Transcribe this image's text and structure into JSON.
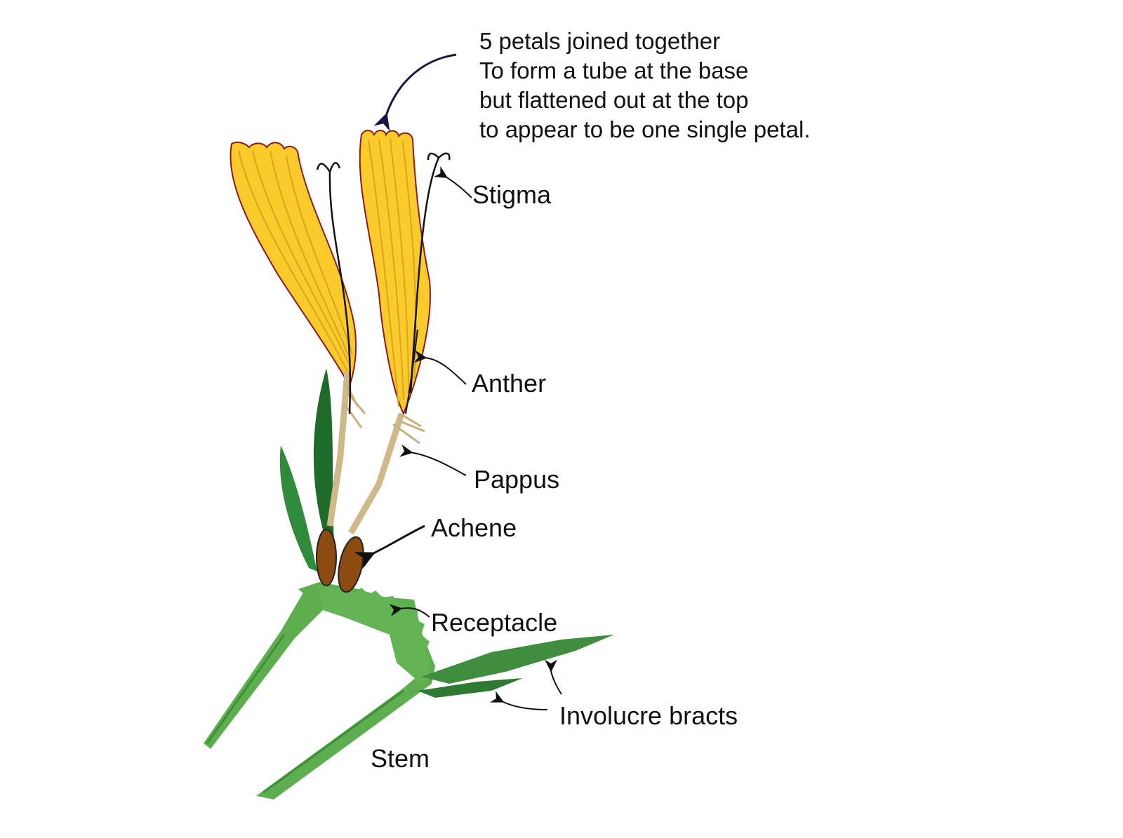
{
  "note": {
    "lines": [
      "5 petals joined together",
      "To form a tube at the base",
      "but flattened out at the top",
      "to appear to be one single petal."
    ]
  },
  "labels": {
    "stigma": "Stigma",
    "anther": "Anther",
    "pappus": "Pappus",
    "achene": "Achene",
    "receptacle": "Receptacle",
    "involucre_bracts": "Involucre bracts",
    "stem": "Stem"
  },
  "colors": {
    "petal": "#FBCB2C",
    "petal_outline": "#8B1A1A",
    "petal_vein": "#D9A520",
    "stem": "#5DAE4E",
    "stem_dark": "#3E8E3A",
    "bract": "#3F8D3F",
    "leaf_dark": "#1F6B2A",
    "achene": "#8B4A0F",
    "pappus": "#E3D3A0",
    "arrow_note": "#15183F",
    "arrow": "#111111"
  }
}
